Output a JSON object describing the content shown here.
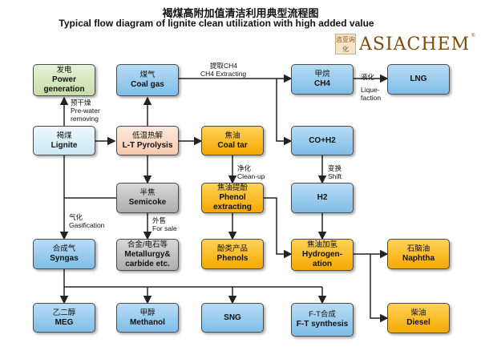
{
  "title": {
    "cn": "褐煤高附加值清洁利用典型流程图",
    "en": "Typical flow diagram of lignite clean utilization with high added value"
  },
  "logo": {
    "seal": "咨亚询化",
    "word": "ASIACHEM",
    "reg": "®"
  },
  "boxes": {
    "power": {
      "cn": "发电",
      "en": "Power generation"
    },
    "coalgas": {
      "cn": "煤气",
      "en": "Coal gas"
    },
    "methane": {
      "cn": "甲烷",
      "en": "CH4"
    },
    "lng": {
      "cn": "",
      "en": "LNG"
    },
    "lignite": {
      "cn": "褐煤",
      "en": "Lignite"
    },
    "pyrolysis": {
      "cn": "低温热解",
      "en": "L-T Pyrolysis"
    },
    "coaltar": {
      "cn": "焦油",
      "en": "Coal tar"
    },
    "coh2": {
      "cn": "",
      "en": "CO+H2"
    },
    "semicoke": {
      "cn": "半焦",
      "en": "Semicoke"
    },
    "phenolext": {
      "cn": "焦油提酚",
      "en": "Phenol extracting"
    },
    "h2": {
      "cn": "",
      "en": "H2"
    },
    "syngas": {
      "cn": "合成气",
      "en": "Syngas"
    },
    "metallurgy": {
      "cn": "合金/电石等",
      "en": "Metallurgy& carbide etc."
    },
    "phenols": {
      "cn": "酚类产品",
      "en": "Phenols"
    },
    "hydrogen": {
      "cn": "焦油加氢",
      "en": "Hydrogen- ation"
    },
    "naphtha": {
      "cn": "石脑油",
      "en": "Naphtha"
    },
    "diesel": {
      "cn": "柴油",
      "en": "Diesel"
    },
    "meg": {
      "cn": "乙二醇",
      "en": "MEG"
    },
    "methanol": {
      "cn": "甲醇",
      "en": "Methanol"
    },
    "sng": {
      "cn": "",
      "en": "SNG"
    },
    "ft": {
      "cn": "F-T合成",
      "en": "F-T synthesis"
    }
  },
  "labels": {
    "predry": [
      "预干燥",
      "Pre-water",
      "removing"
    ],
    "ch4ext": [
      "提取CH4",
      "CH4 Extracting"
    ],
    "liquef": [
      "液化",
      "Lique-",
      "faction"
    ],
    "cleanup": [
      "净化",
      "Clean-up"
    ],
    "shift": [
      "变换",
      "Shift"
    ],
    "gasif": [
      "气化",
      "Gasification"
    ],
    "forsale": [
      "外售",
      "For sale"
    ]
  },
  "colors": {
    "green": "#c6dfa8",
    "light_blue": "#cbe8f3",
    "blue": "#7fbde8",
    "orange": "#f5a800",
    "gray": "#aeaeae",
    "peach": "#f6c9ad",
    "line": "#222222"
  }
}
